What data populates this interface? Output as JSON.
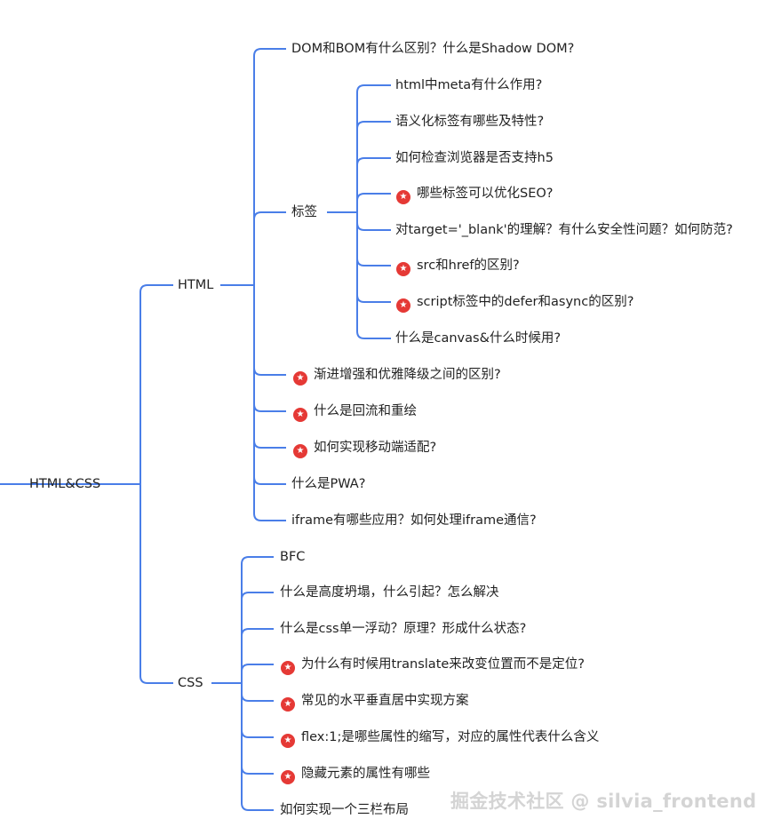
{
  "root": {
    "label": "HTML&CSS"
  },
  "sections": [
    {
      "label": "HTML",
      "items": [
        {
          "label": "DOM和BOM有什么区别？什么是Shadow DOM?",
          "starred": false
        },
        {
          "label": "标签",
          "starred": false,
          "children": [
            {
              "label": "html中meta有什么作用?",
              "starred": false
            },
            {
              "label": "语义化标签有哪些及特性?",
              "starred": false
            },
            {
              "label": "如何检查浏览器是否支持h5",
              "starred": false
            },
            {
              "label": "哪些标签可以优化SEO?",
              "starred": true
            },
            {
              "label": "对target='_blank'的理解？有什么安全性问题？如何防范?",
              "starred": false
            },
            {
              "label": "src和href的区别?",
              "starred": true
            },
            {
              "label": "script标签中的defer和async的区别?",
              "starred": true
            },
            {
              "label": "什么是canvas&什么时候用?",
              "starred": false
            }
          ]
        },
        {
          "label": "渐进增强和优雅降级之间的区别?",
          "starred": true
        },
        {
          "label": "什么是回流和重绘",
          "starred": true
        },
        {
          "label": "如何实现移动端适配?",
          "starred": true
        },
        {
          "label": "什么是PWA?",
          "starred": false
        },
        {
          "label": "iframe有哪些应用？如何处理iframe通信?",
          "starred": false
        }
      ]
    },
    {
      "label": "CSS",
      "items": [
        {
          "label": "BFC",
          "starred": false
        },
        {
          "label": "什么是高度坍塌，什么引起？怎么解决",
          "starred": false
        },
        {
          "label": "什么是css单一浮动？原理？形成什么状态?",
          "starred": false
        },
        {
          "label": "为什么有时候用translate来改变位置而不是定位?",
          "starred": true
        },
        {
          "label": "常见的水平垂直居中实现方案",
          "starred": true
        },
        {
          "label": "flex:1;是哪些属性的缩写，对应的属性代表什么含义",
          "starred": true
        },
        {
          "label": "隐藏元素的属性有哪些",
          "starred": true
        },
        {
          "label": "如何实现一个三栏布局",
          "starred": false
        }
      ]
    }
  ],
  "watermark": "掘金技术社区 @ silvia_frontend",
  "colors": {
    "line": "#4a7ee8",
    "star": "#e53935",
    "text": "#222222"
  }
}
